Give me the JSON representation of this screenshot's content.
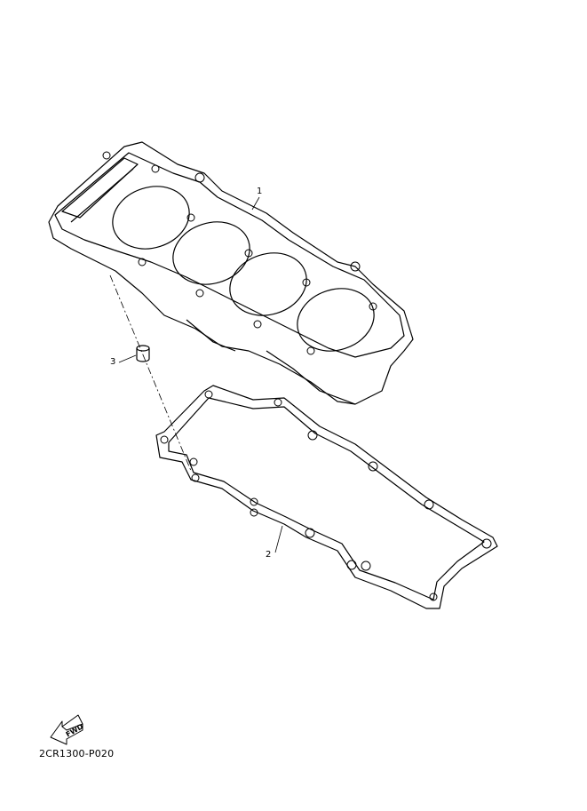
{
  "diagram": {
    "callouts": [
      {
        "number": "1",
        "part": "cylinder"
      },
      {
        "number": "2",
        "part": "cylinder-gasket"
      },
      {
        "number": "3",
        "part": "dowel-pin"
      }
    ],
    "fwd_label": "FWD",
    "drawing_code": "2CR1300-P020"
  }
}
